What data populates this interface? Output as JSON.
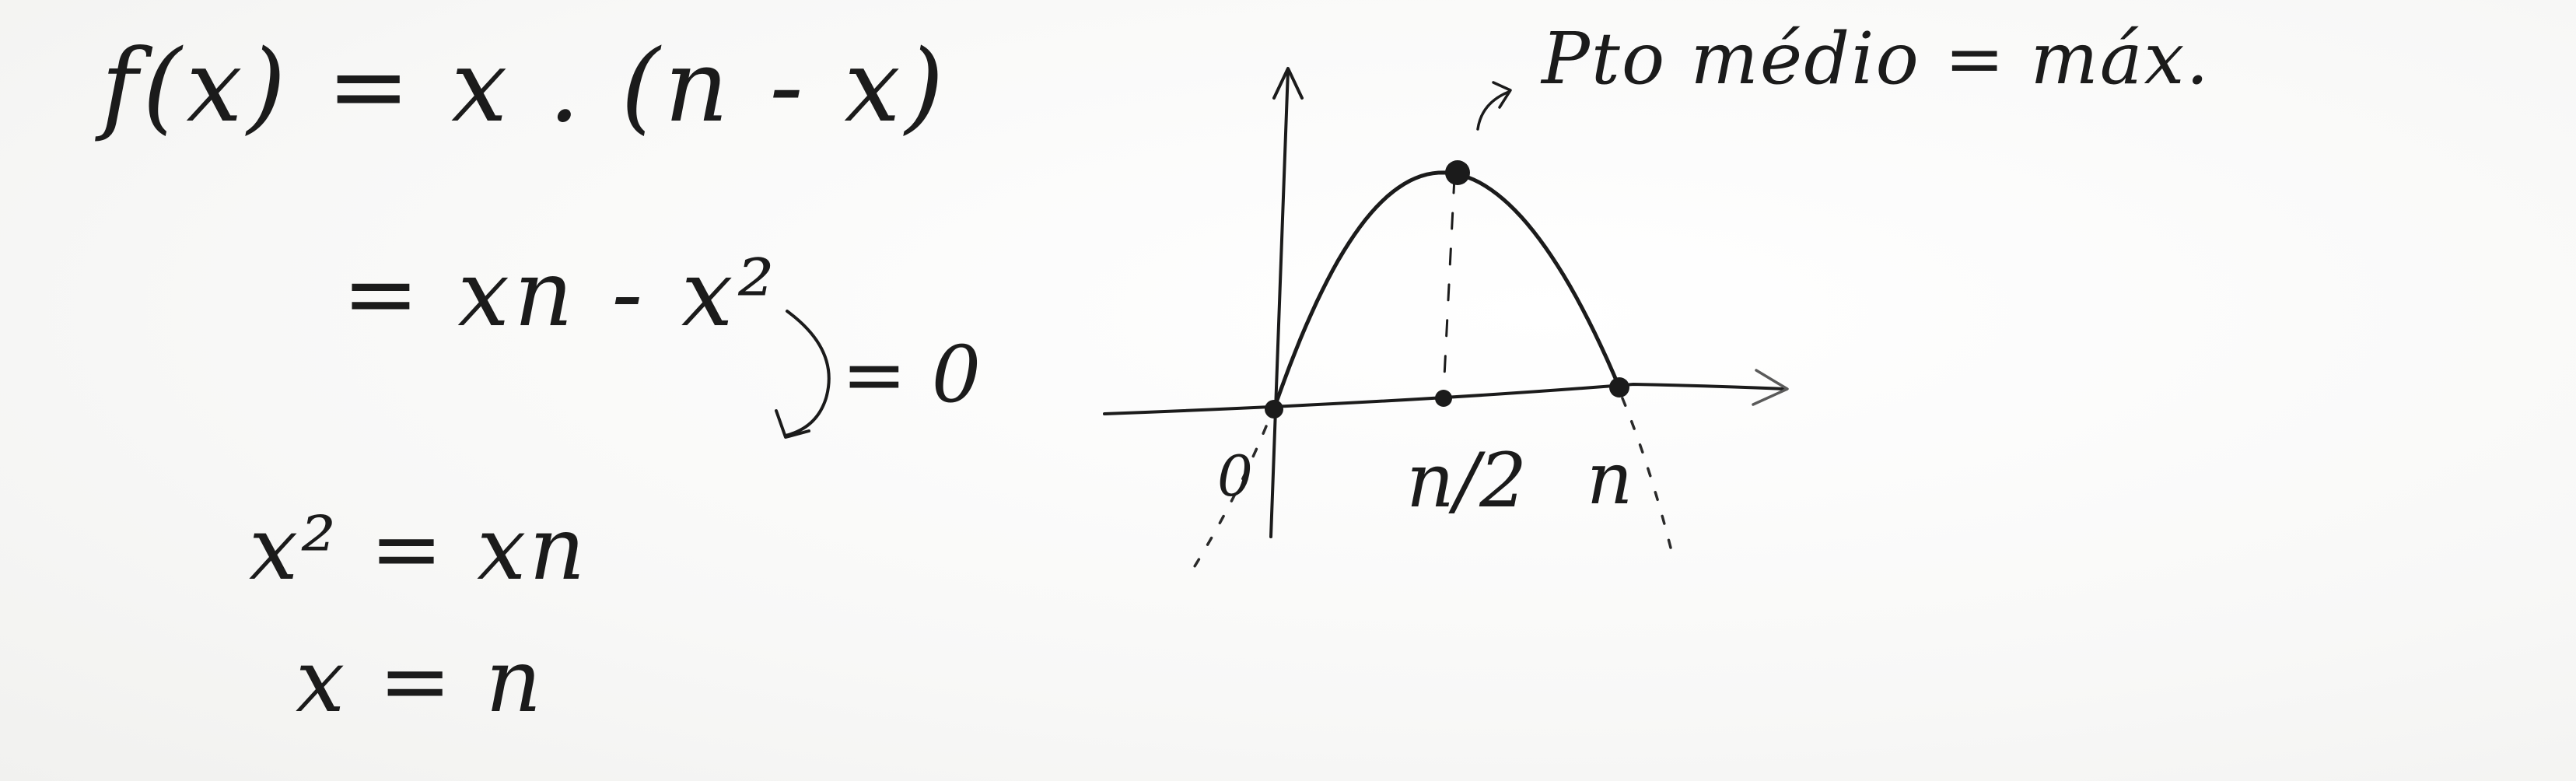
{
  "equations": {
    "line1": "f(x) = x . (n - x)",
    "line2": "= xn - x²",
    "zero": "= 0",
    "line3": "x² = xn",
    "line4": "x = n"
  },
  "graph": {
    "annotation": "Pto médio = máx.",
    "label_origin": "0",
    "label_half": "n/2",
    "label_n": "n"
  },
  "chart_data": {
    "type": "line",
    "title": "",
    "xlabel": "",
    "ylabel": "",
    "x_ticks": [
      "0",
      "n/2",
      "n"
    ],
    "series": [
      {
        "x": [
          0,
          0.25,
          0.5,
          0.75,
          1
        ],
        "y": [
          0,
          0.75,
          1,
          0.75,
          0
        ]
      }
    ],
    "annotation": "Pto médio = máx."
  },
  "colors": {
    "ink": "#1b1b1b",
    "pencil": "#3a3a3a",
    "paper": "#fbfbfa"
  }
}
